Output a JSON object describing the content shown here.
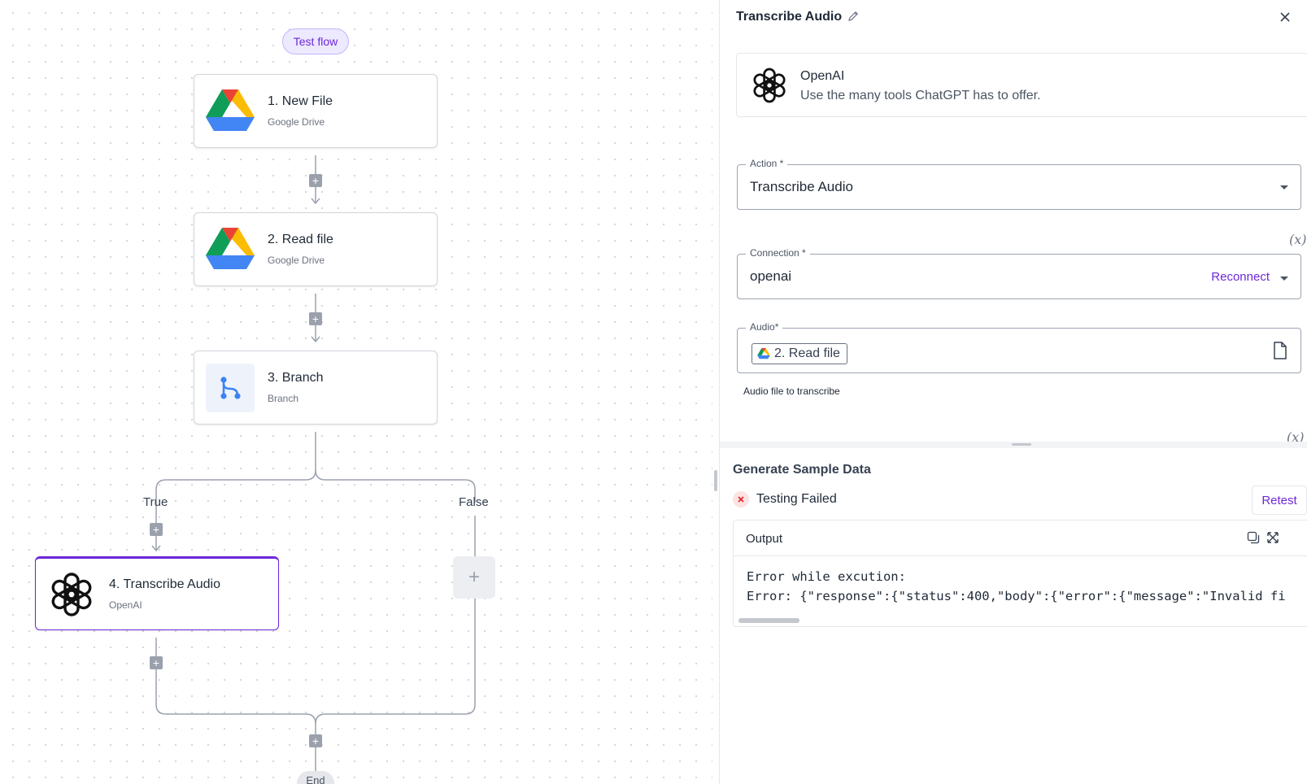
{
  "canvas": {
    "test_flow_label": "Test flow",
    "steps": [
      {
        "title": "1. New File",
        "subtitle": "Google Drive",
        "icon": "google-drive-icon"
      },
      {
        "title": "2. Read file",
        "subtitle": "Google Drive",
        "icon": "google-drive-icon"
      },
      {
        "title": "3. Branch",
        "subtitle": "Branch",
        "icon": "branch-icon"
      },
      {
        "title": "4. Transcribe Audio",
        "subtitle": "OpenAI",
        "icon": "openai-icon"
      }
    ],
    "branch_true_label": "True",
    "branch_false_label": "False",
    "end_label": "End"
  },
  "panel": {
    "title": "Transcribe Audio",
    "piece": {
      "name": "OpenAI",
      "description": "Use the many tools ChatGPT has to offer."
    },
    "action": {
      "label": "Action *",
      "value": "Transcribe Audio"
    },
    "connection": {
      "label": "Connection *",
      "value": "openai",
      "reconnect_label": "Reconnect"
    },
    "audio": {
      "label": "Audio*",
      "chip_label": "2. Read file",
      "helper": "Audio file to transcribe"
    },
    "fx_label": "(x)",
    "sample": {
      "title": "Generate Sample Data",
      "status": "Testing Failed",
      "retest_label": "Retest",
      "output_label": "Output",
      "output_line1": "Error while excution:",
      "output_line2": "Error: {\"response\":{\"status\":400,\"body\":{\"error\":{\"message\":\"Invalid fi"
    }
  },
  "colors": {
    "accent": "#6d28d9",
    "error": "#dc2626"
  }
}
